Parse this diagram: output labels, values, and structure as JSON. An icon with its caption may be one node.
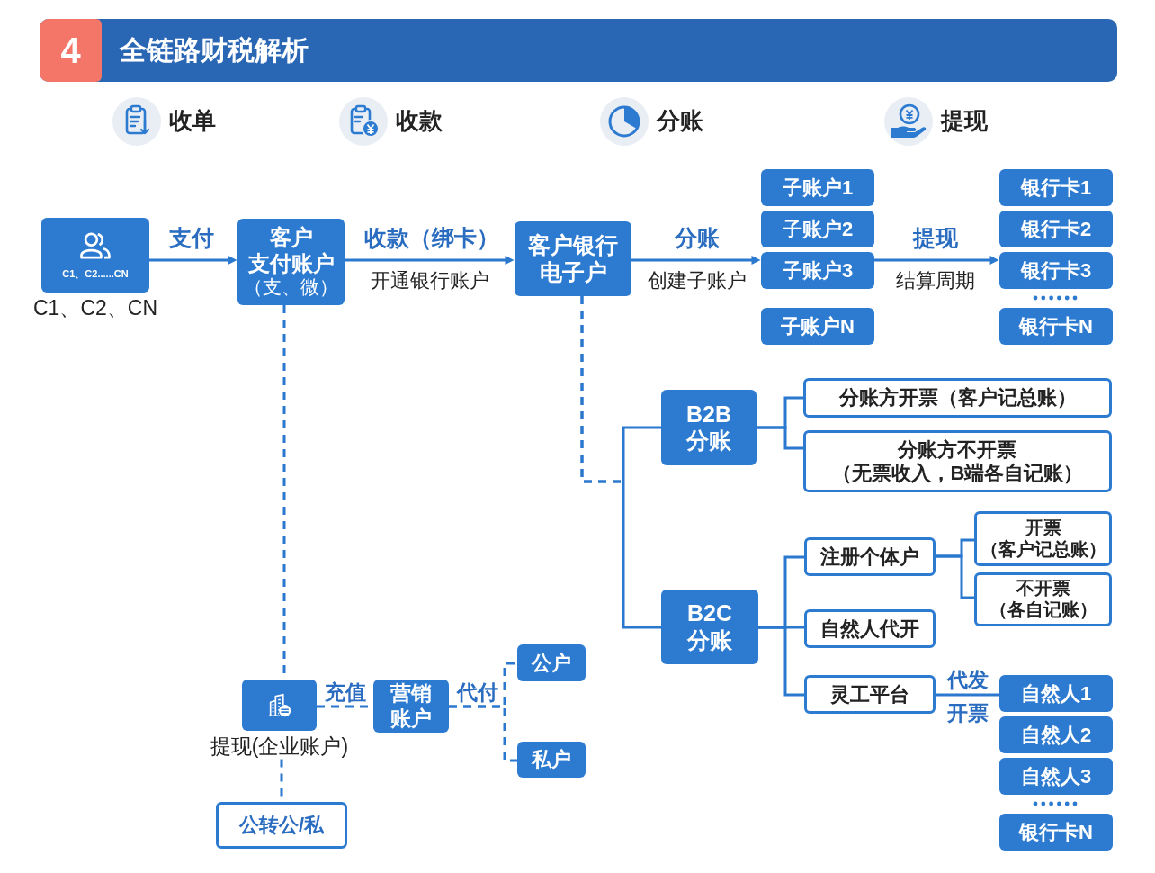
{
  "diagram": {
    "title": "全链路财税解析",
    "nodes": [
      {
        "text": [
          "C1、C2......CN"
        ],
        "beside": [
          "C1、C2、CN"
        ]
      },
      {
        "text": [
          "客户支付账户",
          "（支、微）"
        ]
      },
      {
        "text": [
          "客户银行电子户"
        ]
      },
      {
        "text": [
          "子账户1"
        ]
      },
      {
        "text": [
          "子账户2"
        ]
      },
      {
        "text": [
          "子账户3"
        ]
      },
      {
        "text": [
          "子账户N"
        ]
      },
      {
        "text": [
          "银行卡1"
        ]
      },
      {
        "text": [
          "银行卡2"
        ]
      },
      {
        "text": [
          "银行卡3"
        ]
      },
      {
        "text": [
          "银行卡N"
        ]
      },
      {
        "text": [
          "B2B分账"
        ]
      },
      {
        "text": [
          "分账方开票（客户记总账）"
        ]
      },
      {
        "text": [
          "分账方不开票（无票收入，B端各自记账）"
        ]
      },
      {
        "text": [
          "B2C分账"
        ]
      },
      {
        "text": [
          "注册个体户"
        ]
      },
      {
        "text": [
          "开票（客户记总账）"
        ]
      },
      {
        "text": [
          "不开票（各自记账）"
        ]
      },
      {
        "text": [
          "自然人代开"
        ]
      },
      {
        "text": [
          "灵工平台"
        ]
      },
      {
        "text": [
          "自然人1"
        ]
      },
      {
        "text": [
          "自然人2"
        ]
      },
      {
        "text": [
          "自然人3"
        ]
      },
      {
        "text": [
          "银行卡N"
        ]
      },
      {
        "text": [],
        "shape": "box",
        "beside": [
          "提现(企业账户)"
        ]
      },
      {
        "text": [
          "营销账户"
        ]
      },
      {
        "text": [
          "公户"
        ]
      },
      {
        "text": [
          "私户"
        ]
      },
      {
        "text": [
          "公转公/私"
        ]
      }
    ],
    "edges": [
      {
        "from": 0,
        "to": 1,
        "arrow": "to",
        "label": "支付"
      },
      {
        "from": 1,
        "to": 2,
        "arrow": "to",
        "label": "收款（绑卡）"
      },
      {
        "from": 2,
        "to": 5,
        "arrow": "to",
        "label": "分账"
      },
      {
        "from": 5,
        "to": 9,
        "arrow": "to",
        "label": "提现"
      },
      {
        "from": 1,
        "to": 24,
        "arrow": "none",
        "style": "dashed"
      },
      {
        "from": 2,
        "to": 11,
        "arrow": "none",
        "style": "dashed"
      },
      {
        "from": 2,
        "to": 14,
        "arrow": "none",
        "style": "dashed"
      },
      {
        "from": 11,
        "to": 12,
        "arrow": "none"
      },
      {
        "from": 11,
        "to": 13,
        "arrow": "none"
      },
      {
        "from": 14,
        "to": 15,
        "arrow": "none"
      },
      {
        "from": 14,
        "to": 18,
        "arrow": "none"
      },
      {
        "from": 14,
        "to": 19,
        "arrow": "none"
      },
      {
        "from": 15,
        "to": 16,
        "arrow": "none"
      },
      {
        "from": 15,
        "to": 17,
        "arrow": "none"
      },
      {
        "from": 19,
        "to": 20,
        "arrow": "none",
        "label": "代发"
      },
      {
        "from": 24,
        "to": 25,
        "arrow": "none",
        "style": "dashed",
        "label": "充值"
      },
      {
        "from": 25,
        "to": 26,
        "arrow": "none",
        "style": "dashed",
        "label": "代付"
      },
      {
        "from": 25,
        "to": 27,
        "arrow": "none",
        "style": "dashed"
      },
      {
        "from": 24,
        "to": 28,
        "arrow": "none",
        "style": "dashed"
      }
    ],
    "labels": [
      "4",
      "收单",
      "收款",
      "分账",
      "提现",
      "开通银行账户",
      "创建子账户",
      "结算周期",
      "开票"
    ]
  }
}
